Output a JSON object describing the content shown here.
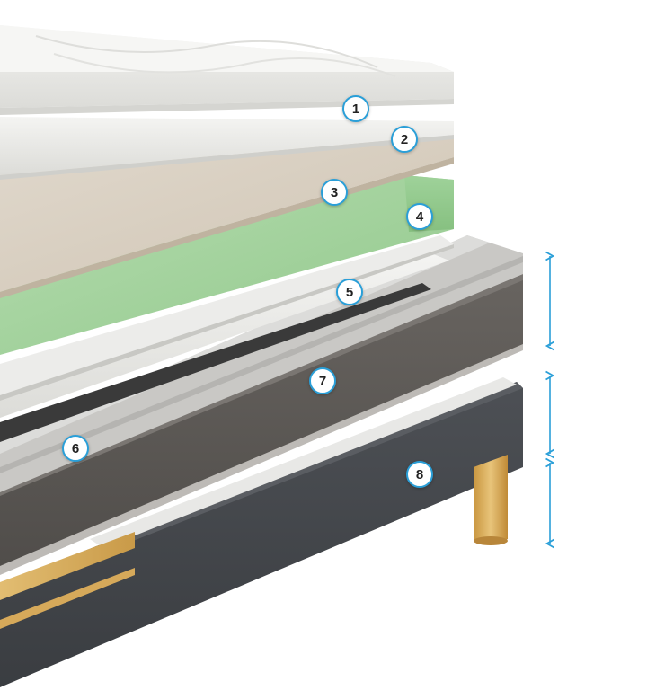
{
  "colors": {
    "accent": "#2a9fd8",
    "green_foam": "#a8d5a2",
    "beige_foam": "#d9cfc0",
    "grey_fabric": "#5c5956",
    "base_fabric": "#45484c",
    "wood_leg": "#d8aa55"
  },
  "markers": [
    {
      "label": "1"
    },
    {
      "label": "2"
    },
    {
      "label": "3"
    },
    {
      "label": "4"
    },
    {
      "label": "5"
    },
    {
      "label": "6"
    },
    {
      "label": "7"
    },
    {
      "label": "8"
    }
  ],
  "icons": {
    "height_arrow": "double-headed-vertical-arrow"
  }
}
